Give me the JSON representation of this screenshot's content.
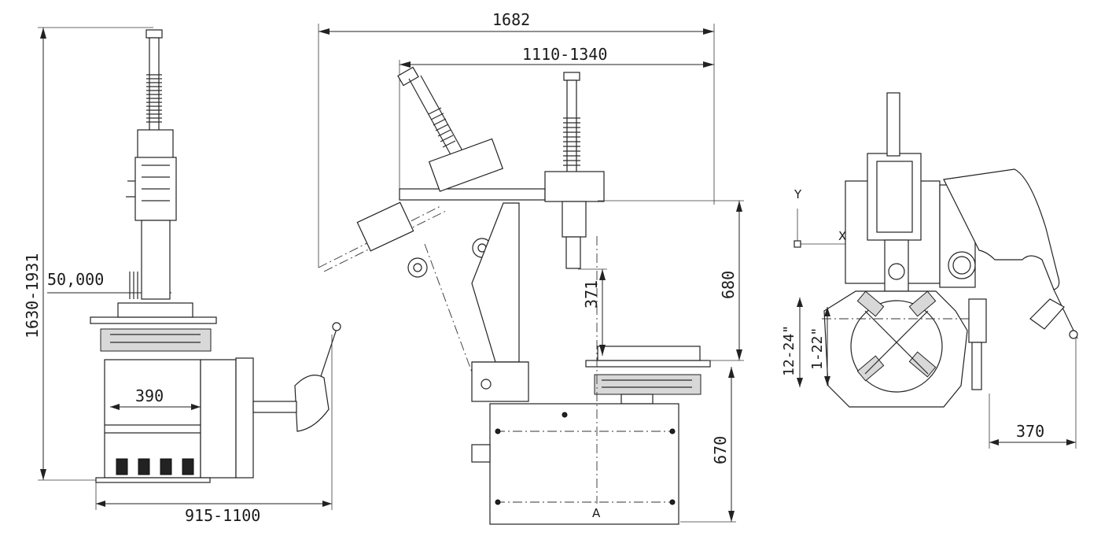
{
  "dimensions": {
    "overall_height": "1630-1931",
    "deflection": "50,000",
    "body_width_left": "390",
    "base_depth": "915-1100",
    "overall_width": "1682",
    "arm_span": "1110-1340",
    "tool_height": "680",
    "tool_travel": "371",
    "table_height": "670",
    "clamp_outer": "12-24\"",
    "clamp_inner": "1-22\"",
    "pedal_offset": "370"
  },
  "labels": {
    "axis_y": "Y",
    "axis_x": "X",
    "section_a": "A"
  }
}
